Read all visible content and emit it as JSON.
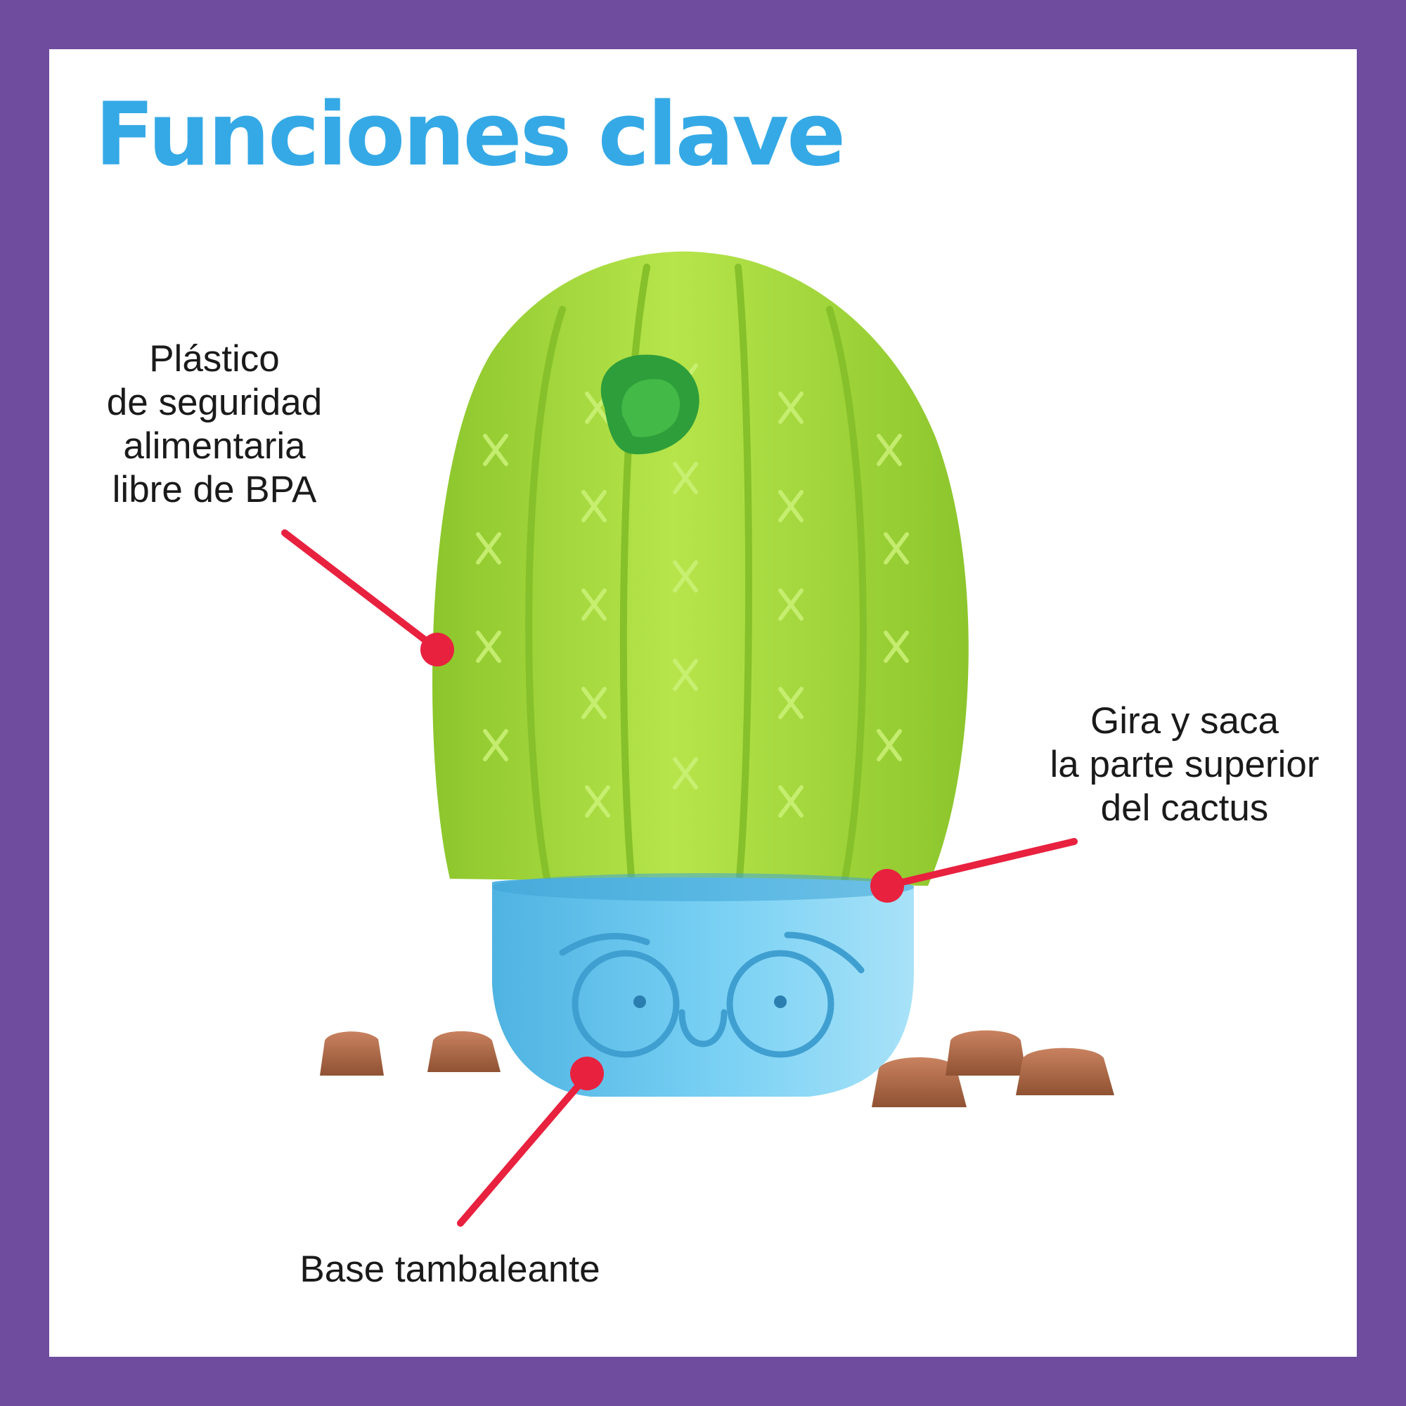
{
  "title": "Funciones clave",
  "callouts": {
    "material": [
      "Plástico",
      "de seguridad",
      "alimentaria",
      "libre de BPA"
    ],
    "twist": [
      "Gira y saca",
      "la parte superior",
      "del cactus"
    ],
    "base": [
      "Base tambaleante"
    ]
  },
  "colors": {
    "frame": "#6f4c9e",
    "title": "#35a9e6",
    "callout_line": "#e8213f",
    "cactus": "#a6dc3a",
    "pot": "#5ec2ec",
    "treat": "#b8714a"
  }
}
